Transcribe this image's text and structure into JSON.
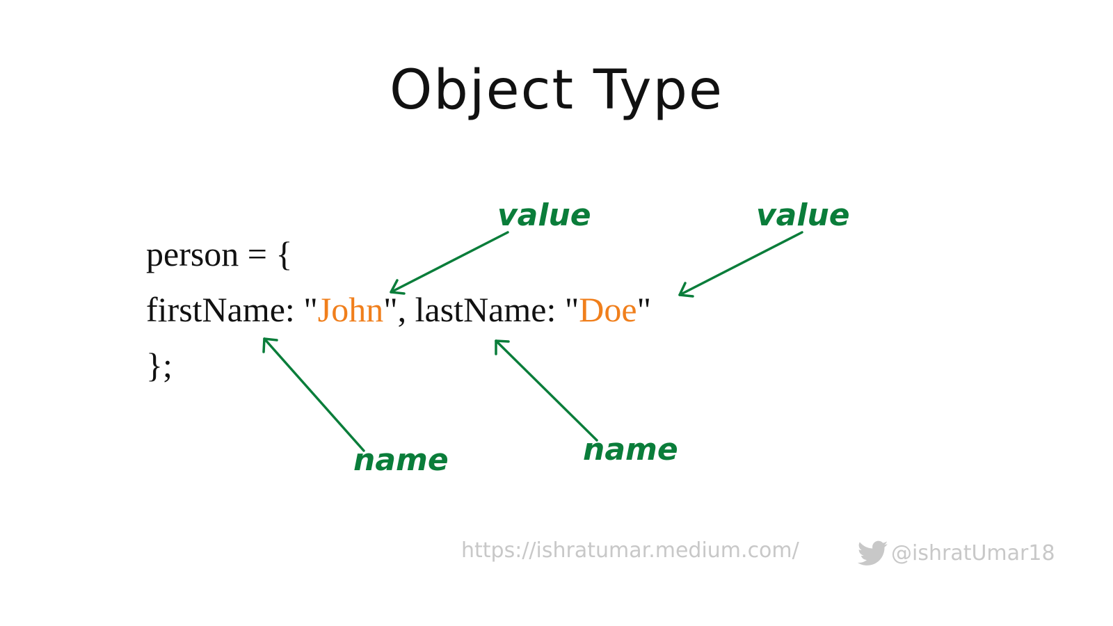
{
  "title": "Object Type",
  "code": {
    "line1": "person = {",
    "line2": {
      "key1": "firstName: ",
      "quote_open1": "\"",
      "value1": "John",
      "quote_close1": "\", ",
      "key2": "lastName: ",
      "quote_open2": "\"",
      "value2": "Doe",
      "quote_close2": "\""
    },
    "line3": "};"
  },
  "annotations": {
    "value_label_1": "value",
    "value_label_2": "value",
    "name_label_1": "name",
    "name_label_2": "name"
  },
  "colors": {
    "annotation": "#0a7d3a",
    "string_value": "#f07f1c",
    "footer": "#c8c8c8"
  },
  "footer": {
    "url": "https://ishratumar.medium.com/",
    "twitter_icon": "twitter-bird-icon",
    "handle": "@ishratUmar18"
  }
}
